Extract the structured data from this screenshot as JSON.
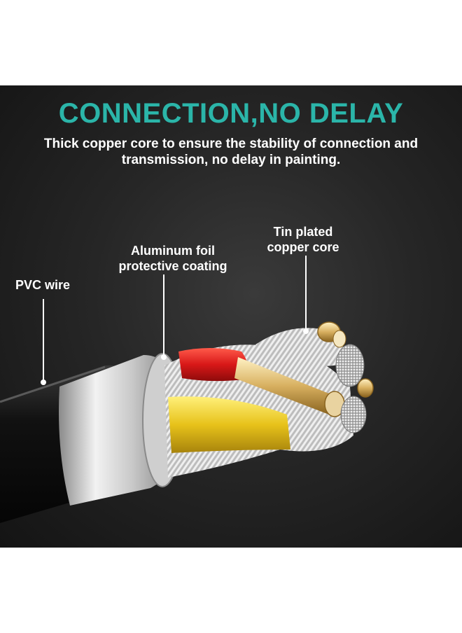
{
  "colors": {
    "headline": "#2bb5a9",
    "text": "#ffffff",
    "background": "#1f1f1f",
    "red_core": "#d81818",
    "yellow_core": "#e7c21a",
    "copper": "#d8b060",
    "silver": "#d8d8d8"
  },
  "header": {
    "headline": "CONNECTION,NO DELAY",
    "description": "Thick copper core to ensure the stability of connection and transmission, no delay in painting."
  },
  "callouts": {
    "pvc": "PVC wire",
    "foil_line1": "Aluminum foil",
    "foil_line2": "protective coating",
    "tin_line1": "Tin plated",
    "tin_line2": "copper core"
  }
}
